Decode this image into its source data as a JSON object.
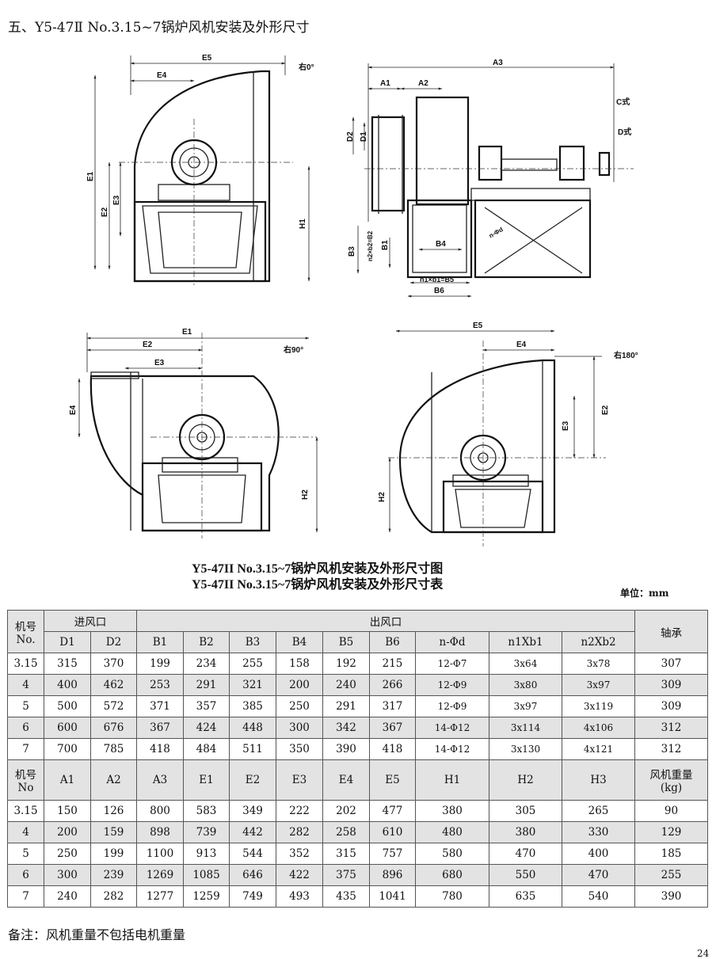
{
  "heading": "五、Y5-47Ⅱ No.3.15~7锅炉风机安装及外形尺寸",
  "drawings": {
    "view_0": {
      "orientation": "右0°",
      "labels": [
        "E5",
        "E4",
        "E1",
        "E2",
        "E3",
        "H1"
      ]
    },
    "side_view": {
      "labels": [
        "A3",
        "A1",
        "A2",
        "C式",
        "D式",
        "D2",
        "D1",
        "B3",
        "n2×b2=B2",
        "B1",
        "B4",
        "n-Φd",
        "n1×b1=B5",
        "B6"
      ]
    },
    "view_90": {
      "orientation": "右90°",
      "labels": [
        "E1",
        "E2",
        "E3",
        "E4",
        "H2"
      ]
    },
    "view_180": {
      "orientation": "右180°",
      "labels": [
        "E5",
        "E4",
        "E2",
        "E3",
        "H2"
      ]
    }
  },
  "captions": {
    "figure": "Y5-47II No.3.15~7锅炉风机安装及外形尺寸图",
    "table": "Y5-47II No.3.15~7锅炉风机安装及外形尺寸表",
    "unit": "单位：mm"
  },
  "table1": {
    "model_header": "机号",
    "model_header_sub": "No.",
    "inlet_group": "进风口",
    "outlet_group": "出风口",
    "bearing_header": "轴承",
    "columns": [
      "D1",
      "D2",
      "B1",
      "B2",
      "B3",
      "B4",
      "B5",
      "B6",
      "n-Φd",
      "n1Xb1",
      "n2Xb2"
    ],
    "rows": [
      [
        "3.15",
        "315",
        "370",
        "199",
        "234",
        "255",
        "158",
        "192",
        "215",
        "12-Φ7",
        "3x64",
        "3x78",
        "307"
      ],
      [
        "4",
        "400",
        "462",
        "253",
        "291",
        "321",
        "200",
        "240",
        "266",
        "12-Φ9",
        "3x80",
        "3x97",
        "309"
      ],
      [
        "5",
        "500",
        "572",
        "371",
        "357",
        "385",
        "250",
        "291",
        "317",
        "12-Φ9",
        "3x97",
        "3x119",
        "309"
      ],
      [
        "6",
        "600",
        "676",
        "367",
        "424",
        "448",
        "300",
        "342",
        "367",
        "14-Φ12",
        "3x114",
        "4x106",
        "312"
      ],
      [
        "7",
        "700",
        "785",
        "418",
        "484",
        "511",
        "350",
        "390",
        "418",
        "14-Φ12",
        "3x130",
        "4x121",
        "312"
      ]
    ]
  },
  "table2": {
    "model_header": "机号",
    "model_header_sub": "No",
    "columns": [
      "A1",
      "A2",
      "A3",
      "E1",
      "E2",
      "E3",
      "E4",
      "E5",
      "H1",
      "H2",
      "H3"
    ],
    "weight_header": "风机重量",
    "weight_unit": "(kg)",
    "rows": [
      [
        "3.15",
        "150",
        "126",
        "800",
        "583",
        "349",
        "222",
        "202",
        "477",
        "380",
        "305",
        "265",
        "90"
      ],
      [
        "4",
        "200",
        "159",
        "898",
        "739",
        "442",
        "282",
        "258",
        "610",
        "480",
        "380",
        "330",
        "129"
      ],
      [
        "5",
        "250",
        "199",
        "1100",
        "913",
        "544",
        "352",
        "315",
        "757",
        "580",
        "470",
        "400",
        "185"
      ],
      [
        "6",
        "300",
        "239",
        "1269",
        "1085",
        "646",
        "422",
        "375",
        "896",
        "680",
        "550",
        "470",
        "255"
      ],
      [
        "7",
        "240",
        "282",
        "1277",
        "1259",
        "749",
        "493",
        "435",
        "1041",
        "780",
        "635",
        "540",
        "390"
      ]
    ]
  },
  "note": "备注：风机重量不包括电机重量",
  "page_number": "24"
}
